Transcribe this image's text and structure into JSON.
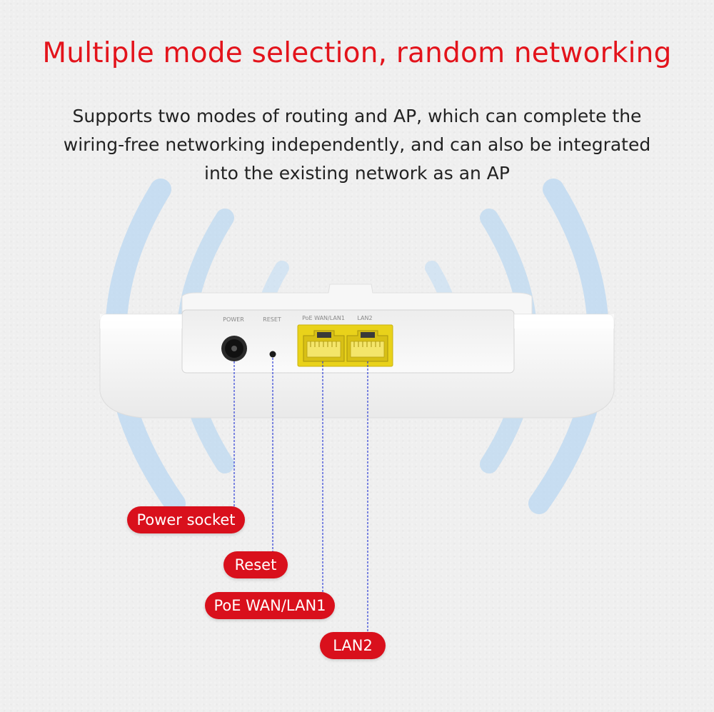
{
  "header": {
    "title": "Multiple mode selection, random networking",
    "description_lines": [
      "Supports two modes of routing and AP, which can complete the",
      "wiring-free networking independently, and can also be integrated",
      "into the existing network as an AP"
    ]
  },
  "device": {
    "port_labels": {
      "power": "POWER",
      "reset": "RESET",
      "wan": "PoE WAN/LAN1",
      "lan2": "LAN2"
    }
  },
  "callouts": {
    "power": "Power socket",
    "reset": "Reset",
    "wan": "PoE WAN/LAN1",
    "lan2": "LAN2"
  },
  "colors": {
    "accent_red": "#d9101c",
    "title_red": "#e3131b",
    "port_yellow": "#e9d21a",
    "leader_blue": "#2f3fd6",
    "signal_blue": "#8ec1ea"
  }
}
